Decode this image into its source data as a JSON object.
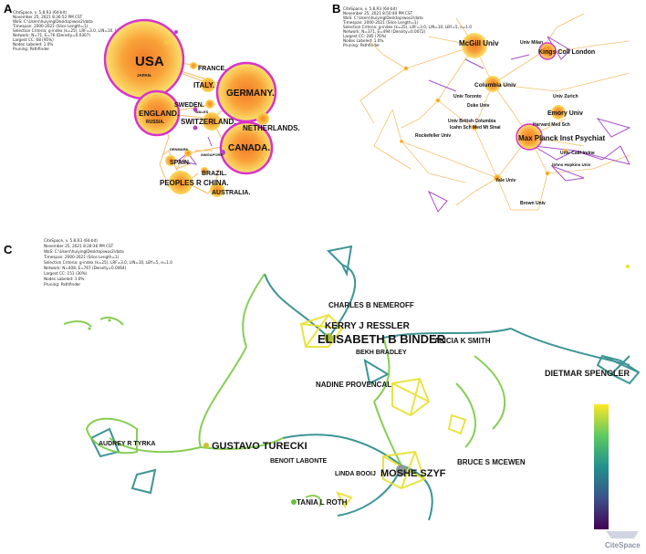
{
  "panels": {
    "a": {
      "letter": "A",
      "meta": [
        "CiteSpace, v. 5.8.R3 (64-bit)",
        "November 25, 2021 8:36:52 PM CST",
        "WoS: C:\\Users\\huiyinglDesktop\\wos2\\data",
        "Timespan: 2000-2021 (Slice Length=1)",
        "Selection Criteria: g-index (k=25), LRF=3.0, L/N=10, LBY=5, e=1.0",
        "Network: N=71, E=76 (Density=0.0307)",
        "Largest CC: 68 (95%)",
        "Nodes Labeled: 1.0%",
        "Pruning: Pathfinder"
      ],
      "labels": [
        "USA",
        "JAPAN.",
        "FRANCE.",
        "ITALY.",
        "GERMANY.",
        "ENGLAND.",
        "RUSSIA.",
        "SWEDEN.",
        "WALES",
        "SWITZERLAND.",
        "NETHERLANDS.",
        "CANADA.",
        "DENMARK",
        "SINGAPORE",
        "SPAIN.",
        "BRAZIL.",
        "PEOPLES R CHINA.",
        "AUSTRALIA."
      ]
    },
    "b": {
      "letter": "B",
      "meta": [
        "CiteSpace, v. 5.8.R3 (64-bit)",
        "November 25, 2021 8:50:40 PM CST",
        "WoS: C:\\Users\\huiyinglDesktop\\wos2\\data",
        "Timespan: 2000-2021 (Slice Length=1)",
        "Selection Criteria: g-index (k=25), LRF=3.0, L/N=10, LBY=5, e=1.0",
        "Network: N=371, E=494 (Density=0.0072)",
        "Largest CC: 285 (76%)",
        "Nodes Labeled: 1.0%",
        "Pruning: Pathfinder"
      ],
      "labels": [
        "McGill Univ",
        "Univ Milan",
        "Kings Coll London",
        "Columbia Univ",
        "Univ Zurich",
        "Univ Toronto",
        "Emory Univ",
        "Duke Univ",
        "Harvard Med Sch",
        "Univ British Columbia",
        "Icahn Sch Med Mt Sinai",
        "Rockefeller Univ",
        "Max Planck Inst Psychiat",
        "Univ Calif Irvine",
        "Johns Hopkins Univ",
        "Yale Univ",
        "Brown Univ"
      ]
    },
    "c": {
      "letter": "C",
      "meta": [
        "CiteSpace, v. 5.8.R3 (64-bit)",
        "November 25, 2021 8:28:36 PM CST",
        "WoS: C:\\Users\\huiyinglDesktop\\wos2\\data",
        "Timespan: 2000-2021 (Slice Length=1)",
        "Selection Criteria: g-index (k=25), LRF=3.0, L/N=10, LBY=5, e=1.0",
        "Network: N=408, E=767 (Density=0.0064)",
        "Largest CC: 151 (30%)",
        "Nodes Labeled: 1.0%",
        "Pruning: Pathfinder"
      ],
      "labels": [
        "CHARLES B NEMEROFF",
        "KERRY J RESSLER",
        "ELISABETH B BINDER",
        "ALICIA K SMITH",
        "BEKH BRADLEY",
        "DIETMAR SPENGLER",
        "NADINE PROVENCAL",
        "AUDREY R TYRKA",
        "GUSTAVO TURECKI",
        "BENOIT LABONTE",
        "LINDA BOOIJ",
        "MOSHE SZYF",
        "BRUCE S MCEWEN",
        "TANIA L ROTH"
      ],
      "legend_colors": [
        "#440154",
        "#3b528b",
        "#21918c",
        "#5ec962",
        "#fde725"
      ]
    }
  },
  "brand": "CiteSpace",
  "colors": {
    "ring": "#d633c9",
    "node_core": "#f6a21a",
    "node_outer": "#f9e26a",
    "edge_warm": "#f4b455",
    "edge_purple": "#a54fc4",
    "edge_teal": "#2a8a8a",
    "edge_green": "#7ac943",
    "edge_yellow": "#e8e02e"
  }
}
